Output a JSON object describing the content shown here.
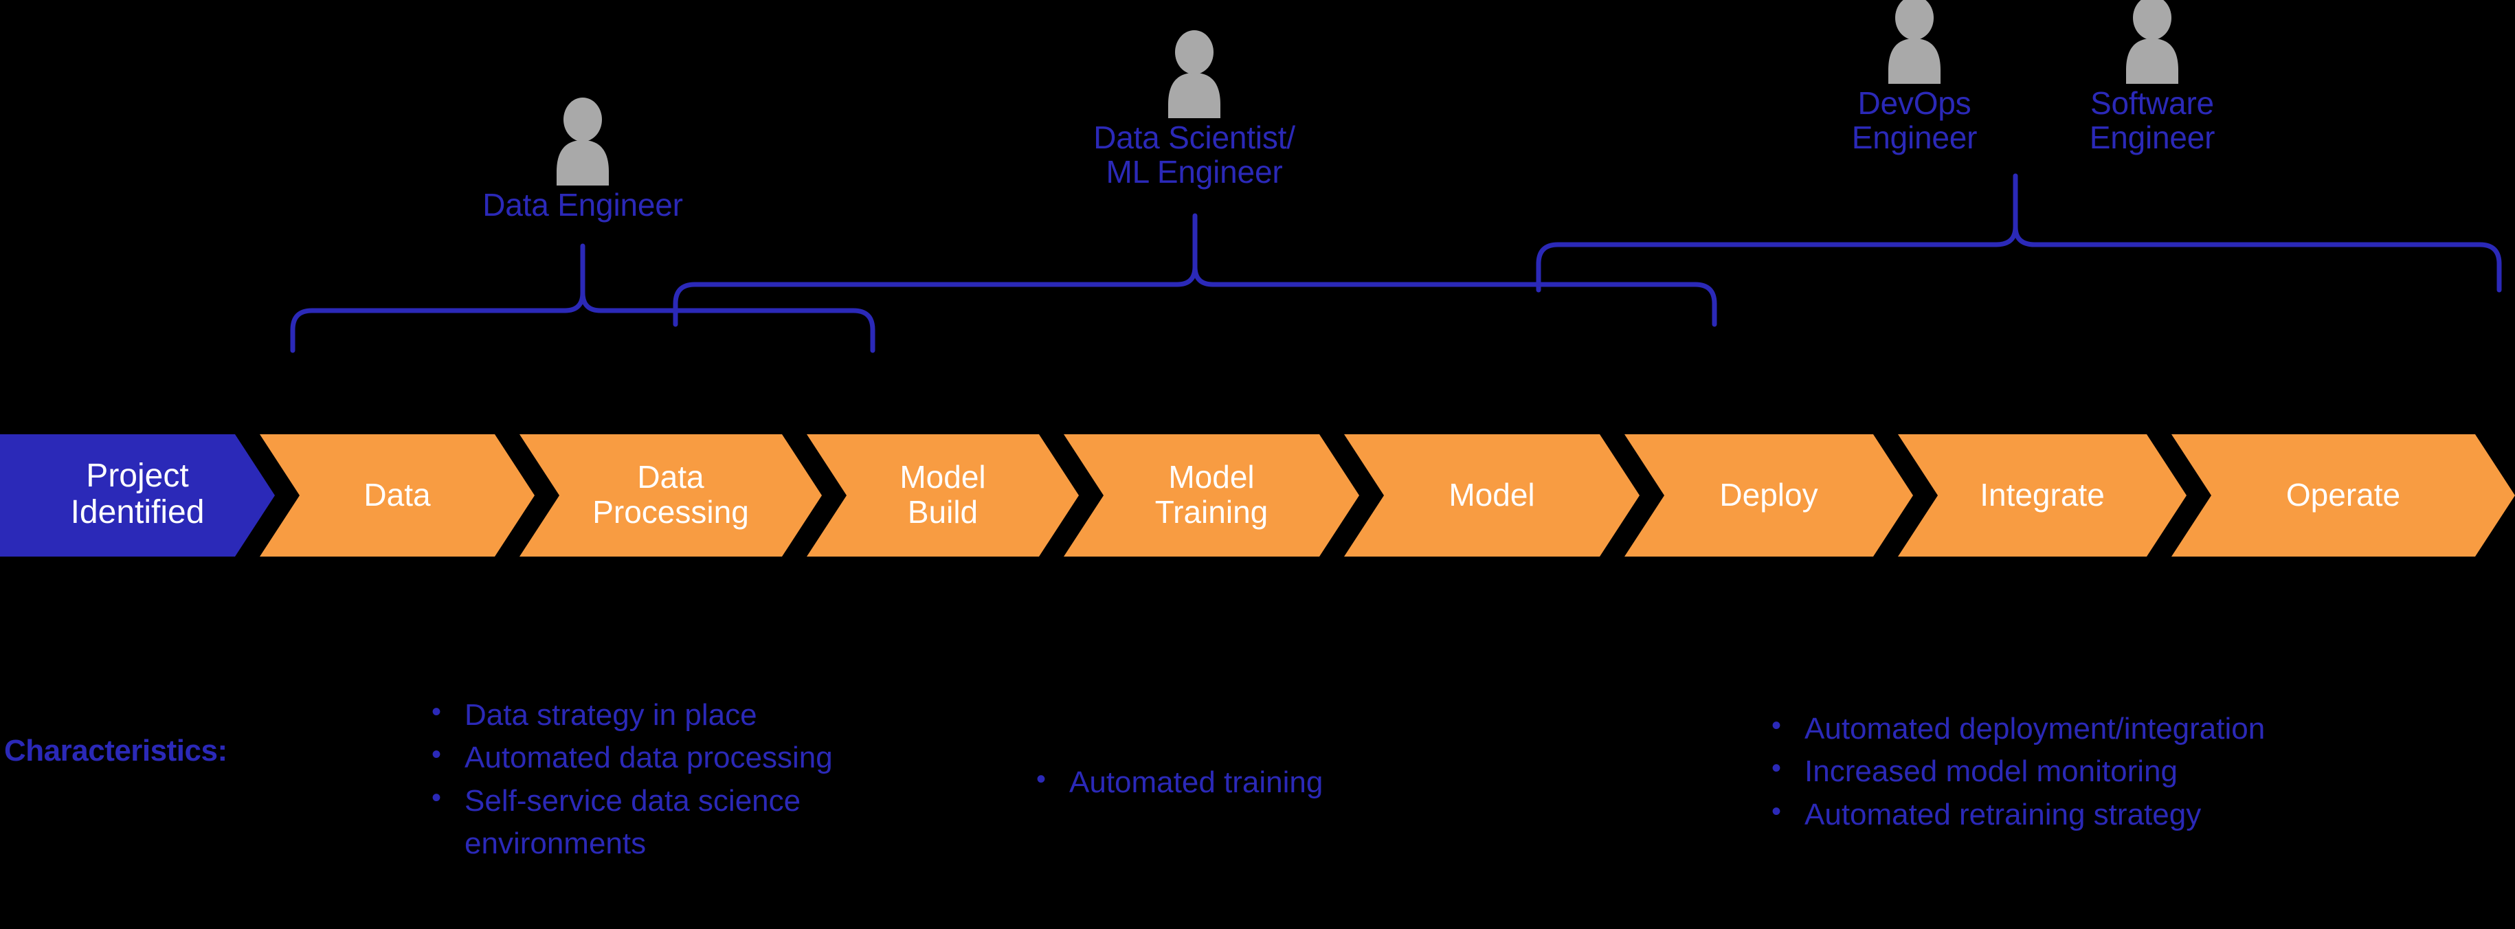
{
  "colors": {
    "background": "#000000",
    "accent_blue": "#2b29b8",
    "chevron_orange": "#f89c42",
    "start_chevron_blue": "#2b29b8",
    "person_icon_gray": "#a9a9a9",
    "chevron_text": "#ffffff"
  },
  "personas": [
    {
      "id": "data-engineer",
      "label": "Data Engineer",
      "icon": "person-icon"
    },
    {
      "id": "data-scientist",
      "label": "Data Scientist/\nML Engineer",
      "icon": "person-icon"
    },
    {
      "id": "devops-engineer",
      "label": "DevOps\nEngineer",
      "icon": "person-icon"
    },
    {
      "id": "software-engineer",
      "label": "Software\nEngineer",
      "icon": "person-icon"
    }
  ],
  "pipeline": {
    "stages": [
      {
        "id": "project-identified",
        "label": "Project\nIdentified",
        "type": "start"
      },
      {
        "id": "data",
        "label": "Data",
        "type": "step"
      },
      {
        "id": "data-processing",
        "label": "Data\nProcessing",
        "type": "step"
      },
      {
        "id": "model-build",
        "label": "Model\nBuild",
        "type": "step"
      },
      {
        "id": "model-training",
        "label": "Model\nTraining",
        "type": "step"
      },
      {
        "id": "model",
        "label": "Model",
        "type": "step"
      },
      {
        "id": "deploy",
        "label": "Deploy",
        "type": "step"
      },
      {
        "id": "integrate",
        "label": "Integrate",
        "type": "step"
      },
      {
        "id": "operate",
        "label": "Operate",
        "type": "step"
      }
    ]
  },
  "braces": [
    {
      "id": "brace-data-engineer",
      "covers": "Data, Data Processing"
    },
    {
      "id": "brace-data-scientist",
      "covers": "Data Processing, Model Build, Model Training, Model"
    },
    {
      "id": "brace-ops",
      "covers": "Deploy, Integrate, Operate"
    }
  ],
  "characteristics": {
    "title": "Characteristics:",
    "groups": [
      {
        "id": "data-characteristics",
        "items": [
          "Data strategy in place",
          "Automated data processing",
          "Self-service data science\nenvironments"
        ]
      },
      {
        "id": "training-characteristics",
        "items": [
          "Automated training"
        ]
      },
      {
        "id": "ops-characteristics",
        "items": [
          "Automated deployment/integration",
          "Increased model monitoring",
          "Automated retraining strategy"
        ]
      }
    ]
  }
}
